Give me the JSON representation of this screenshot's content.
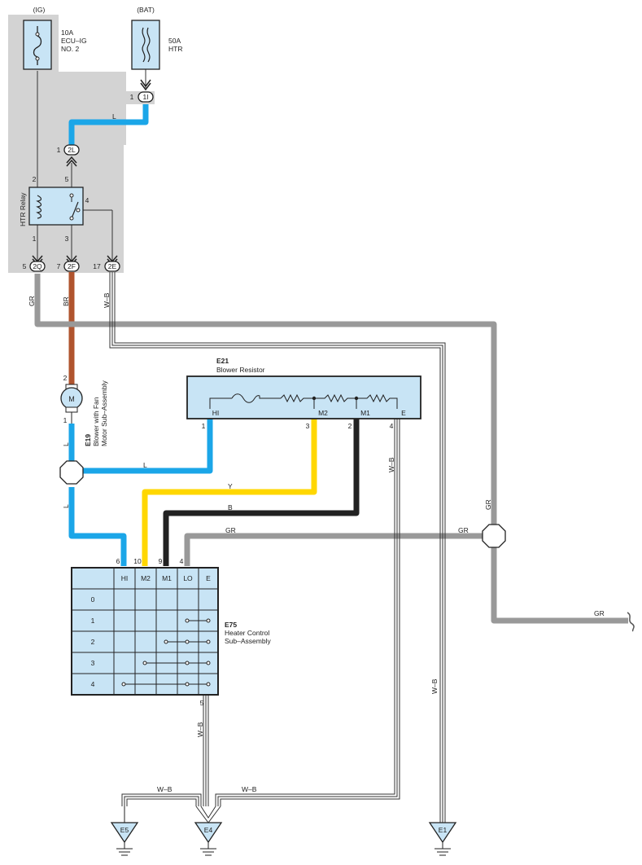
{
  "sources": {
    "ig": "(IG)",
    "bat": "(BAT)"
  },
  "fuses": {
    "ecu_ig": {
      "line1": "10A",
      "line2": "ECU–IG",
      "line3": "NO. 2"
    },
    "htr": {
      "line1": "50A",
      "line2": "HTR"
    }
  },
  "relay": {
    "label": "HTR Relay",
    "pins": [
      "2",
      "5",
      "4",
      "1",
      "3"
    ]
  },
  "connectors": {
    "c_1i": {
      "label": "1I",
      "pin": "1"
    },
    "c_2l": {
      "label": "2L",
      "pin": "1"
    },
    "c_2q": {
      "label": "2Q",
      "pin": "5"
    },
    "c_2f": {
      "label": "2F",
      "pin": "7"
    },
    "c_2e": {
      "label": "2E",
      "pin": "17"
    }
  },
  "wire_colors": {
    "l": "L",
    "gr": "GR",
    "br": "BR",
    "wb": "W–B",
    "y": "Y",
    "b": "B"
  },
  "colors": {
    "blue": "#1ba6e8",
    "brown": "#b0542e",
    "yellow": "#ffd700",
    "black": "#222222",
    "gray": "#999999",
    "shade": "#d3d3d3",
    "panel": "#c8e4f5"
  },
  "blower_motor": {
    "code": "E19",
    "line1": "Blower with Fan",
    "line2": "Motor Sub–Assembly",
    "symbol": "M",
    "pin_top": "2",
    "pin_bottom": "1"
  },
  "blower_resistor": {
    "code": "E21",
    "name": "Blower Resistor",
    "terminals": [
      "HI",
      "M2",
      "M1",
      "E"
    ],
    "pins": [
      "1",
      "3",
      "2",
      "4"
    ]
  },
  "heater_control": {
    "code": "E75",
    "line1": "Heater Control",
    "line2": "Sub–Assembly",
    "columns": [
      "HI",
      "M2",
      "M1",
      "LO",
      "E"
    ],
    "pins": [
      "6",
      "10",
      "9",
      "4"
    ],
    "bottom_pin": "5",
    "rows": [
      "0",
      "1",
      "2",
      "3",
      "4"
    ]
  },
  "grounds": [
    "E5",
    "E4",
    "E1"
  ]
}
